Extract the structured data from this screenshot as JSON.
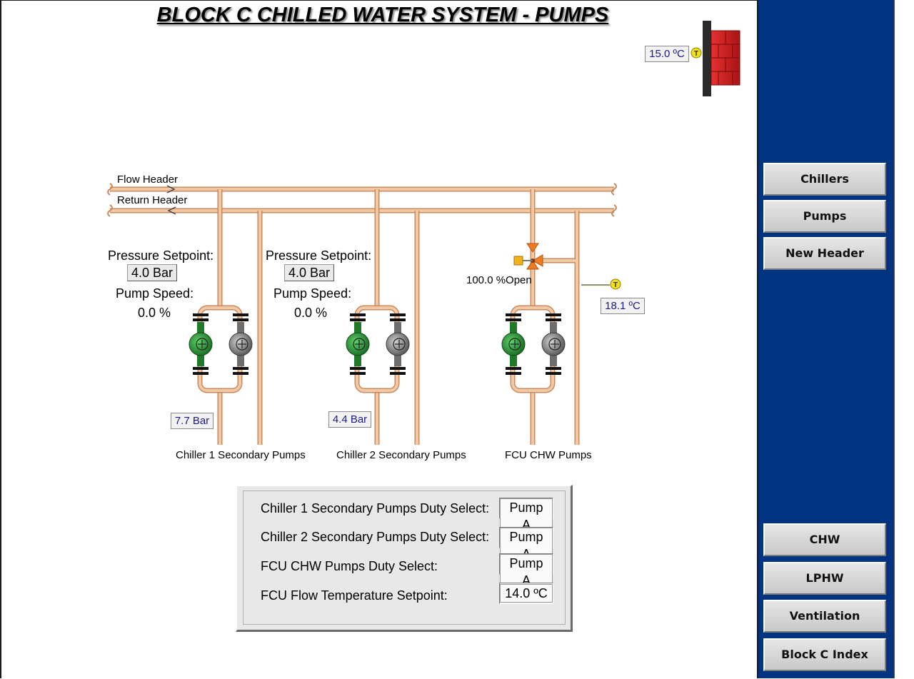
{
  "page": {
    "title": "BLOCK C CHILLED WATER SYSTEM - PUMPS"
  },
  "headers": {
    "flow_label": "Flow Header",
    "return_label": "Return Header"
  },
  "outside": {
    "temperature": "15.0 ºC",
    "sensor_glyph": "T"
  },
  "chiller1": {
    "setpoint_label": "Pressure Setpoint:",
    "setpoint_value": "4.0 Bar",
    "speed_label": "Pump Speed:",
    "speed_value": "0.0 %",
    "pressure_reading": "7.7 Bar",
    "group_label": "Chiller 1 Secondary Pumps"
  },
  "chiller2": {
    "setpoint_label": "Pressure Setpoint:",
    "setpoint_value": "4.0 Bar",
    "speed_label": "Pump Speed:",
    "speed_value": "0.0 %",
    "pressure_reading": "4.4 Bar",
    "group_label": "Chiller 2 Secondary Pumps"
  },
  "fcu": {
    "valve_status": "100.0 %Open",
    "temperature": "18.1 ºC",
    "sensor_glyph": "T",
    "group_label": "FCU CHW Pumps"
  },
  "duty_panel": {
    "rows": [
      {
        "label": "Chiller 1 Secondary Pumps Duty Select:",
        "value": "Pump A"
      },
      {
        "label": "Chiller 2 Secondary Pumps Duty Select:",
        "value": "Pump A"
      },
      {
        "label": "FCU CHW Pumps Duty Select:",
        "value": "Pump A"
      },
      {
        "label": "FCU Flow Temperature Setpoint:",
        "value": "14.0 ºC"
      }
    ]
  },
  "nav": {
    "top": [
      "Chillers",
      "Pumps",
      "New Header"
    ],
    "bottom": [
      "CHW",
      "LPHW",
      "Ventilation",
      "Block C Index"
    ]
  },
  "colors": {
    "pipe": "#f2c9a6",
    "pipe_edge": "#c98a5c",
    "pump_running": "#2e9a3a",
    "pump_standby": "#8c8c8c",
    "sidebar": "#003380",
    "wall": "#cc2020",
    "valve": "#ee7a22",
    "actuator": "#f2b21e",
    "sensor": "#f0e020"
  },
  "pumps": [
    {
      "group": "chiller1",
      "state": "running"
    },
    {
      "group": "chiller1",
      "state": "standby"
    },
    {
      "group": "chiller2",
      "state": "running"
    },
    {
      "group": "chiller2",
      "state": "standby"
    },
    {
      "group": "fcu",
      "state": "running"
    },
    {
      "group": "fcu",
      "state": "standby"
    }
  ]
}
